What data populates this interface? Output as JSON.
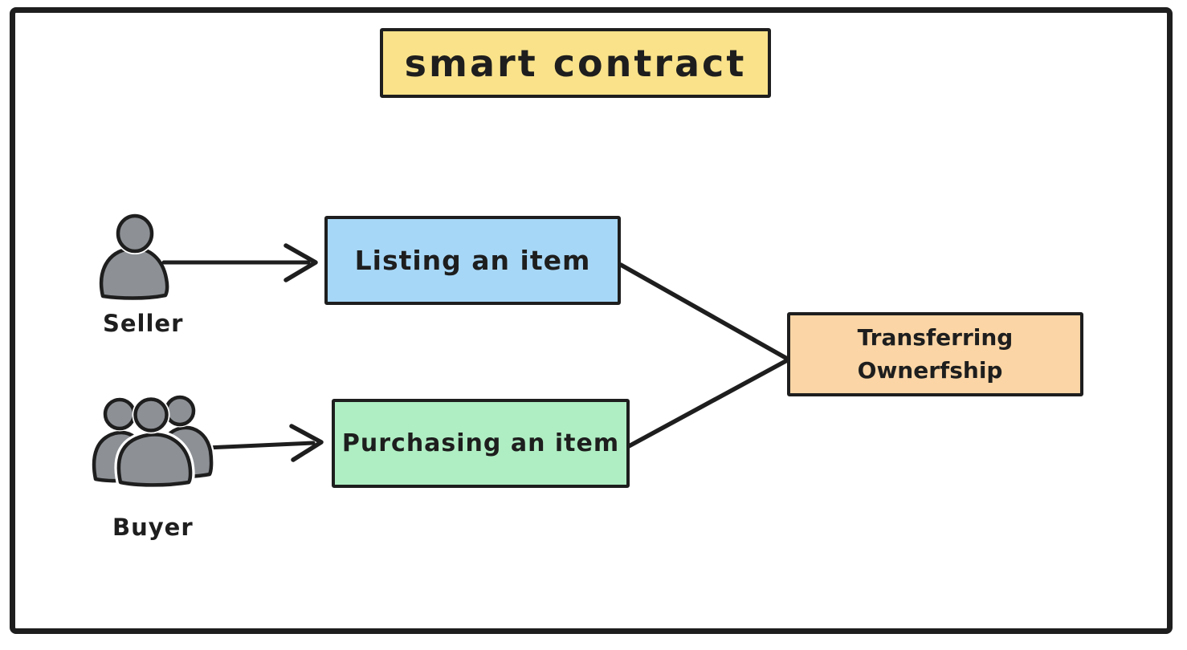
{
  "diagram": {
    "type": "flowchart",
    "title": {
      "label": "smart contract"
    },
    "process_nodes": [
      {
        "id": "listing",
        "label": "Listing an item",
        "fill": "#A7D7F6"
      },
      {
        "id": "purchasing",
        "label": "Purchasing an item",
        "fill": "#AFEEC3"
      },
      {
        "id": "transferring",
        "label_line1": "Transferring",
        "label_line2": "Ownerfship",
        "fill": "#FBD5A5"
      }
    ],
    "actors": [
      {
        "id": "seller",
        "label": "Seller",
        "icon": "person-icon"
      },
      {
        "id": "buyer",
        "label": "Buyer",
        "icon": "people-group-icon"
      }
    ],
    "edges": [
      {
        "from": "Seller",
        "to": "Listing an item",
        "style": "arrow"
      },
      {
        "from": "Buyer",
        "to": "Purchasing an item",
        "style": "arrow"
      },
      {
        "from": "Listing an item",
        "to": "Transferring Ownerfship",
        "style": "line"
      },
      {
        "from": "Purchasing an item",
        "to": "Transferring Ownerfship",
        "style": "line"
      }
    ],
    "colors": {
      "stroke": "#1e1e1e",
      "background": "#ffffff",
      "title_fill": "#F9E28A",
      "listing_fill": "#A7D7F6",
      "purchasing_fill": "#AFEEC3",
      "transferring_fill": "#FBD5A5",
      "actor_fill": "#8D9196"
    }
  }
}
